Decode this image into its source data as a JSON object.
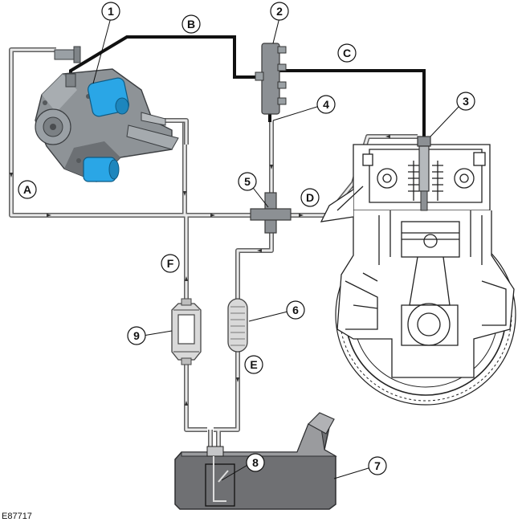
{
  "reference_code": "E87717",
  "callouts": {
    "c1": "1",
    "c2": "2",
    "c3": "3",
    "c4": "4",
    "c5": "5",
    "c6": "6",
    "c7": "7",
    "c8": "8",
    "c9": "9",
    "cA": "A",
    "cB": "B",
    "cC": "C",
    "cD": "D",
    "cE": "E",
    "cF": "F"
  },
  "colors": {
    "high_pressure_line": "#111111",
    "return_line_fill": "#e6e6e6",
    "return_line_stroke": "#5f5f5f",
    "pump_body": "#8e9397",
    "pump_solenoid": "#2aa6e6",
    "tank_fill": "#6f7073",
    "filter_fill": "#d9d9d9",
    "engine_stroke": "#222222"
  }
}
